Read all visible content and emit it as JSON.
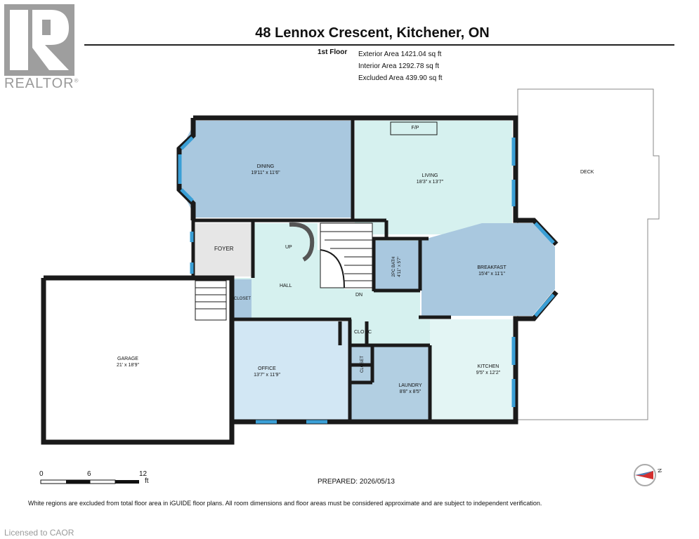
{
  "header": {
    "title": "48 Lennox Crescent, Kitchener, ON",
    "floor_label": "1st Floor",
    "exterior_area": "Exterior Area 1421.04 sq ft",
    "interior_area": "Interior Area 1292.78 sq ft",
    "excluded_area": "Excluded Area 439.90 sq ft"
  },
  "branding": {
    "logo_text": "REALTOR",
    "registered_mark": "®",
    "licensed": "Licensed to CAOR"
  },
  "rooms": {
    "dining": {
      "name": "DINING",
      "dims": "19'11\" x 11'6\""
    },
    "living": {
      "name": "LIVING",
      "dims": "18'3\" x 13'7\""
    },
    "fireplace": "F/P",
    "deck": "DECK",
    "foyer": "FOYER",
    "hall": "HALL",
    "up": "UP",
    "dn": "DN",
    "closet1": "CLOSET",
    "bath": {
      "name": "2PC BATH",
      "dims": "4'11\" x 5'7\""
    },
    "breakfast": {
      "name": "BREAKFAST",
      "dims": "15'4\" x 11'1\""
    },
    "garage": {
      "name": "GARAGE",
      "dims": "21' x 18'9\""
    },
    "office": {
      "name": "OFFICE",
      "dims": "13'7\" x 11'9\""
    },
    "clo": "CLO",
    "c": "C",
    "closet2": "CLOSET",
    "laundry": {
      "name": "LAUNDRY",
      "dims": "8'8\" x 8'5\""
    },
    "kitchen": {
      "name": "KITCHEN",
      "dims": "9'5\" x 12'2\""
    }
  },
  "scale": {
    "labels": [
      "0",
      "6",
      "12"
    ],
    "unit": "ft"
  },
  "compass": {
    "label": "N"
  },
  "prepared": "PREPARED: 2026/05/13",
  "footer_note": "White regions are excluded from total floor area in iGUIDE floor plans. All room dimensions and floor areas must be considered approximate and are subject to independent verification.",
  "colors": {
    "dining": "#a9c8df",
    "living": "#d6f1ef",
    "breakfast": "#a9c8df",
    "hall": "#d6f1ef",
    "office": "#d2e7f4",
    "laundry": "#b2cfe2",
    "kitchen": "#e3f5f4",
    "foyer": "#e6e6e6",
    "wall": "#1a1a1a",
    "window": "#3a9fd6"
  }
}
